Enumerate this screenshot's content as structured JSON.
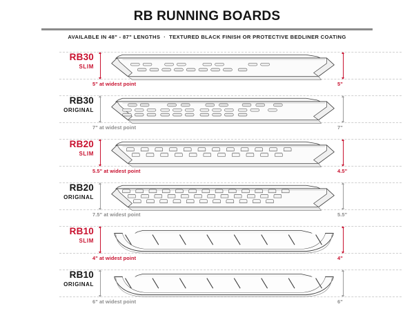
{
  "header": {
    "title": "RB RUNNING BOARDS",
    "subtitle_left": "AVAILABLE IN 48\" - 87\" LENGTHS",
    "subtitle_separator": "·",
    "subtitle_right": "TEXTURED BLACK FINISH OR PROTECTIVE BEDLINER COATING"
  },
  "colors": {
    "accent_red": "#c8102e",
    "label_black": "#141414",
    "dim_gray": "#8c8c8c",
    "guide_gray": "#cfcfcf",
    "board_outline": "#3a3a3a"
  },
  "rows": [
    {
      "model": "RB30",
      "variant": "SLIM",
      "label_color": "red",
      "left_dim": "5\" at widest point",
      "right_dim": "5\"",
      "dim_color": "red",
      "hole_style": "oval",
      "hole_rows": 2
    },
    {
      "model": "RB30",
      "variant": "ORIGINAL",
      "label_color": "black",
      "left_dim": "7\" at widest point",
      "right_dim": "7\"",
      "dim_color": "gray",
      "hole_style": "oval",
      "hole_rows": 3
    },
    {
      "model": "RB20",
      "variant": "SLIM",
      "label_color": "red",
      "left_dim": "5.5\" at widest point",
      "right_dim": "4.5\"",
      "dim_color": "red",
      "hole_style": "square",
      "hole_rows": 2
    },
    {
      "model": "RB20",
      "variant": "ORIGINAL",
      "label_color": "black",
      "left_dim": "7.5\" at widest point",
      "right_dim": "5.5\"",
      "dim_color": "gray",
      "hole_style": "square",
      "hole_rows": 3
    },
    {
      "model": "RB10",
      "variant": "SLIM",
      "label_color": "red",
      "left_dim": "4\" at widest point",
      "right_dim": "4\"",
      "dim_color": "red",
      "hole_style": "slash",
      "hole_rows": 1
    },
    {
      "model": "RB10",
      "variant": "ORIGINAL",
      "label_color": "black",
      "left_dim": "6\" at widest point",
      "right_dim": "6\"",
      "dim_color": "gray",
      "hole_style": "slash",
      "hole_rows": 1
    }
  ]
}
